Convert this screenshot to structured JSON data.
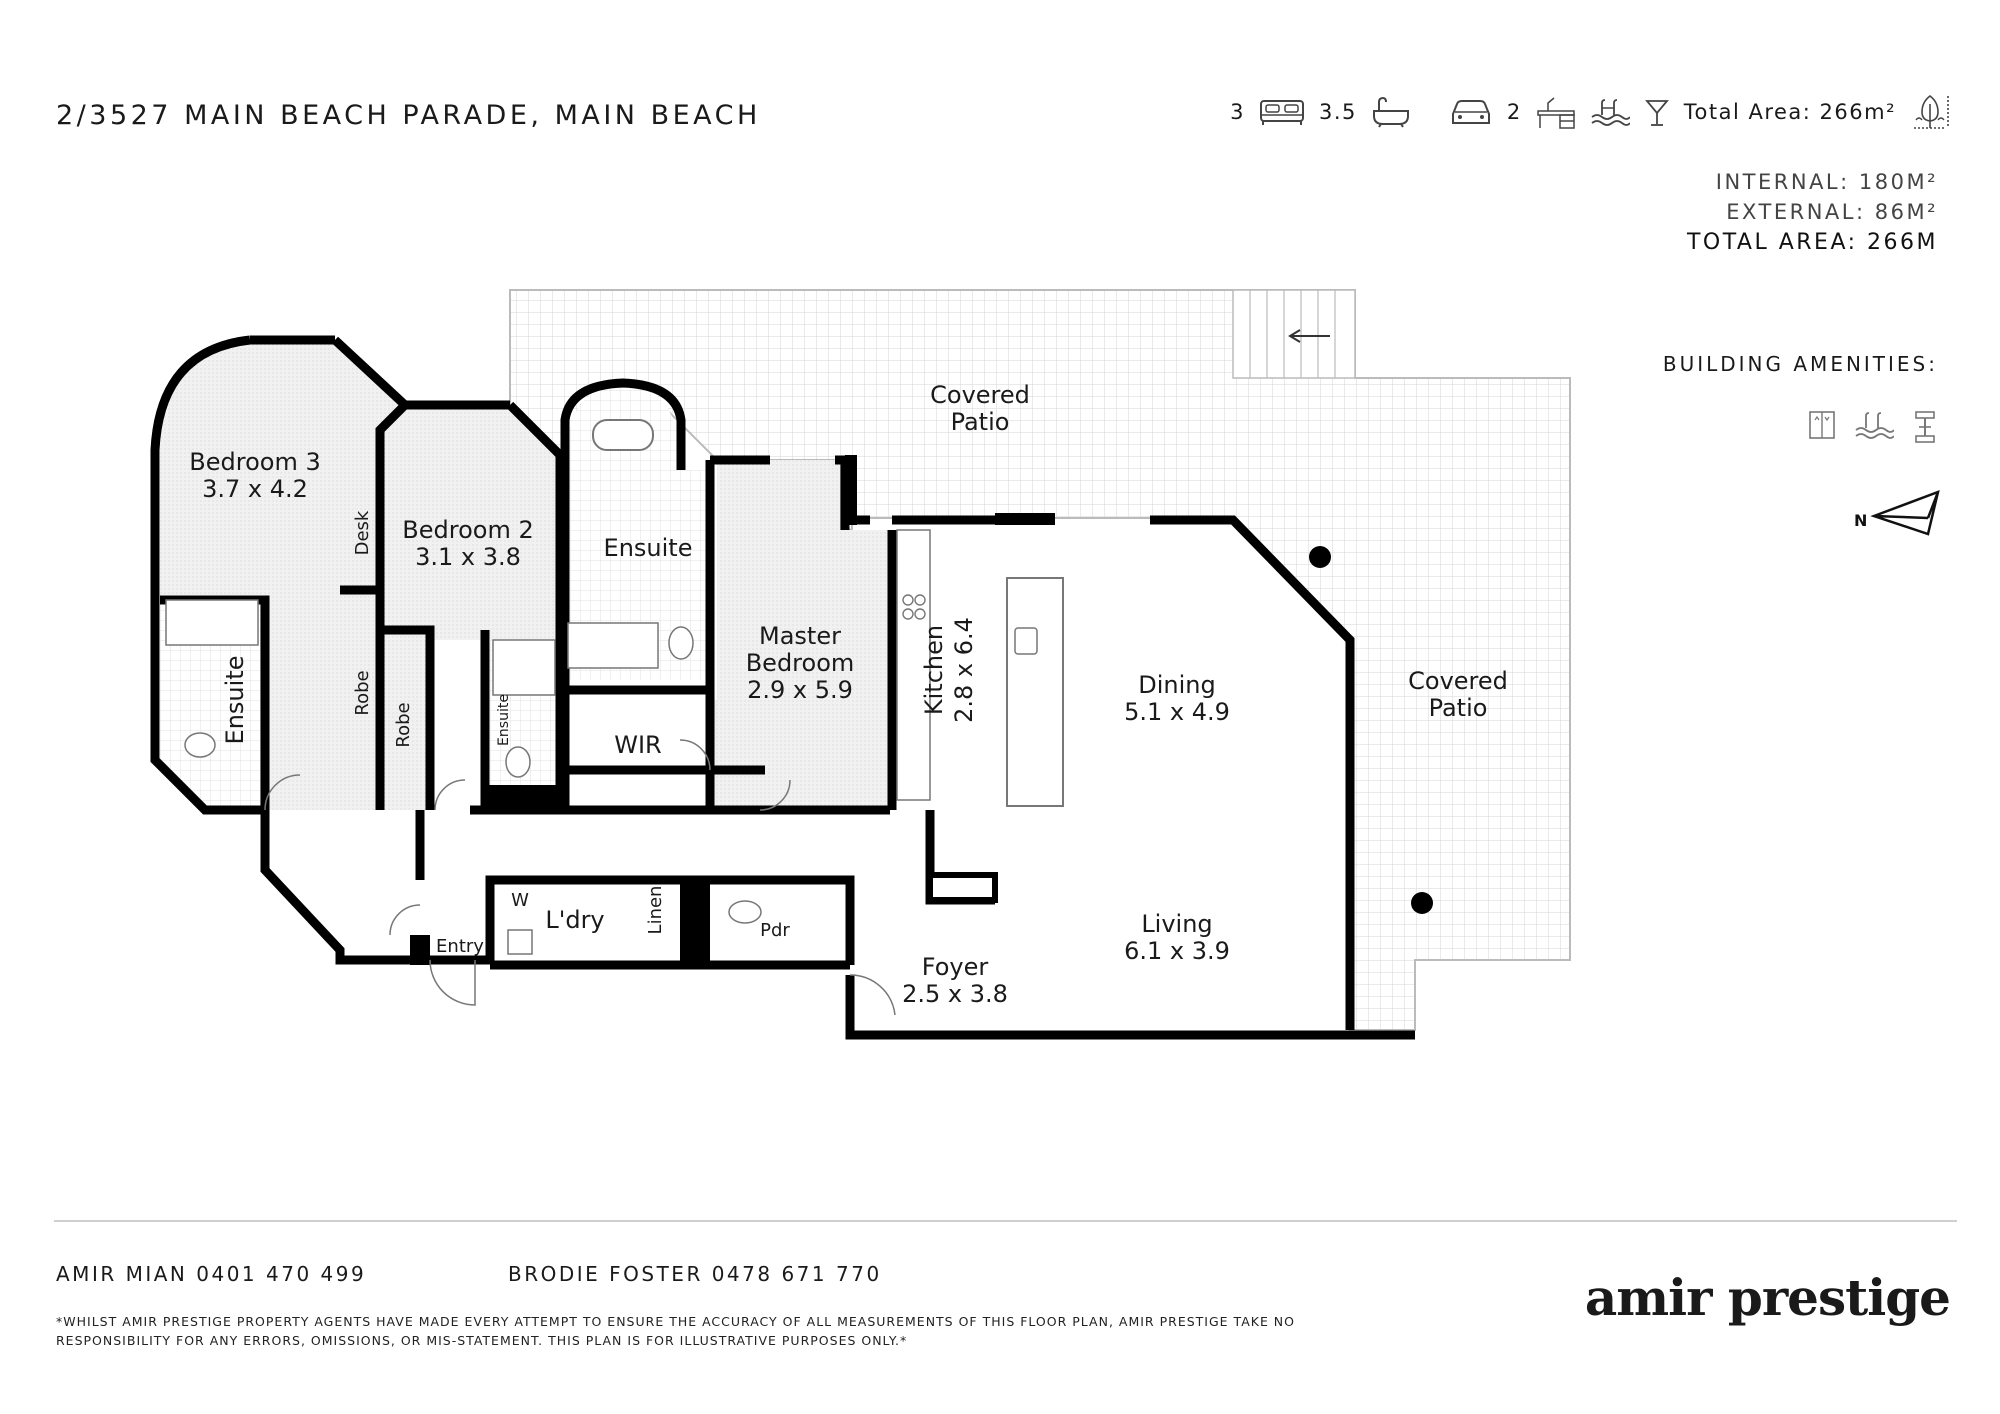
{
  "header": {
    "address": "2/3527 MAIN BEACH PARADE, MAIN BEACH",
    "stats": {
      "bedrooms": "3",
      "bathrooms": "3.5",
      "car_spaces": "2",
      "total_area_label": "Total Area: 266m²"
    },
    "icons": [
      "bed-icon",
      "bath-icon",
      "car-icon",
      "study-desk-icon",
      "pool-icon",
      "cocktail-icon",
      "tree-icon"
    ]
  },
  "areas": {
    "internal": "INTERNAL: 180M²",
    "external": "EXTERNAL: 86M²",
    "total": "TOTAL AREA: 266M"
  },
  "amenities": {
    "title": "BUILDING AMENITIES:",
    "icons": [
      "lift-icon",
      "pool-icon",
      "gym-icon"
    ]
  },
  "compass": {
    "letter": "N"
  },
  "rooms": {
    "covered_patio_top": [
      "Covered",
      "Patio"
    ],
    "covered_patio_right": [
      "Covered",
      "Patio"
    ],
    "bedroom3": [
      "Bedroom 3",
      "3.7 x 4.2"
    ],
    "bedroom2": [
      "Bedroom 2",
      "3.1 x 3.8"
    ],
    "ensuite_main": "Ensuite",
    "ensuite_bed3": "Ensuite",
    "ensuite_bed2": "Ensuite",
    "desk": "Desk",
    "robe1": "Robe",
    "robe2": "Robe",
    "master": [
      "Master",
      "Bedroom",
      "2.9 x 5.9"
    ],
    "wir": "WIR",
    "kitchen": [
      "Kitchen",
      "2.8 x 6.4"
    ],
    "dining": [
      "Dining",
      "5.1 x 4.9"
    ],
    "living": [
      "Living",
      "6.1 x 3.9"
    ],
    "foyer": [
      "Foyer",
      "2.5 x 3.8"
    ],
    "laundry": "L'dry",
    "w": "W",
    "linen": "Linen",
    "powder": "Pdr",
    "entry": "Entry"
  },
  "footer": {
    "agent1": "AMIR MIAN 0401 470 499",
    "agent2": "BRODIE FOSTER 0478 671 770",
    "disclaimer": "*WHILST AMIR PRESTIGE PROPERTY AGENTS HAVE MADE EVERY ATTEMPT TO ENSURE THE ACCURACY OF ALL MEASUREMENTS OF THIS FLOOR PLAN, AMIR PRESTIGE TAKE NO RESPONSIBILITY FOR ANY ERRORS, OMISSIONS, OR MIS-STATEMENT. THIS PLAN IS FOR ILLUSTRATIVE PURPOSES ONLY.*",
    "brand": "amir prestige"
  }
}
